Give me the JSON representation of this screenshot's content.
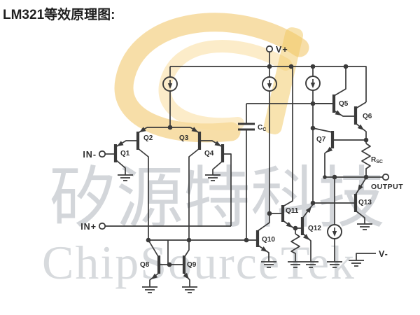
{
  "title": "LM321等效原理图:",
  "watermark": {
    "cn": "矽源特科技",
    "en": "ChipSourceTek"
  },
  "terminals": {
    "vplus": "V+",
    "vminus": "V-",
    "in_minus": "IN-",
    "in_plus": "IN+",
    "output": "OUTPUT"
  },
  "components": {
    "q1": "Q1",
    "q2": "Q2",
    "q3": "Q3",
    "q4": "Q4",
    "q5": "Q5",
    "q6": "Q6",
    "q7": "Q7",
    "q8": "Q8",
    "q9": "Q9",
    "q10": "Q10",
    "q11": "Q11",
    "q12": "Q12",
    "q13": "Q13",
    "cc_main": "C",
    "cc_sub": "C",
    "rsc_main": "R",
    "rsc_sub": "SC"
  },
  "colors": {
    "line": "#3a3a3a",
    "watermark_gray": "#a8aeb6",
    "swoosh_orange": "#eeb63e",
    "swoosh_light": "#f9dd9d",
    "swoosh_bar": "#f2c75f"
  }
}
